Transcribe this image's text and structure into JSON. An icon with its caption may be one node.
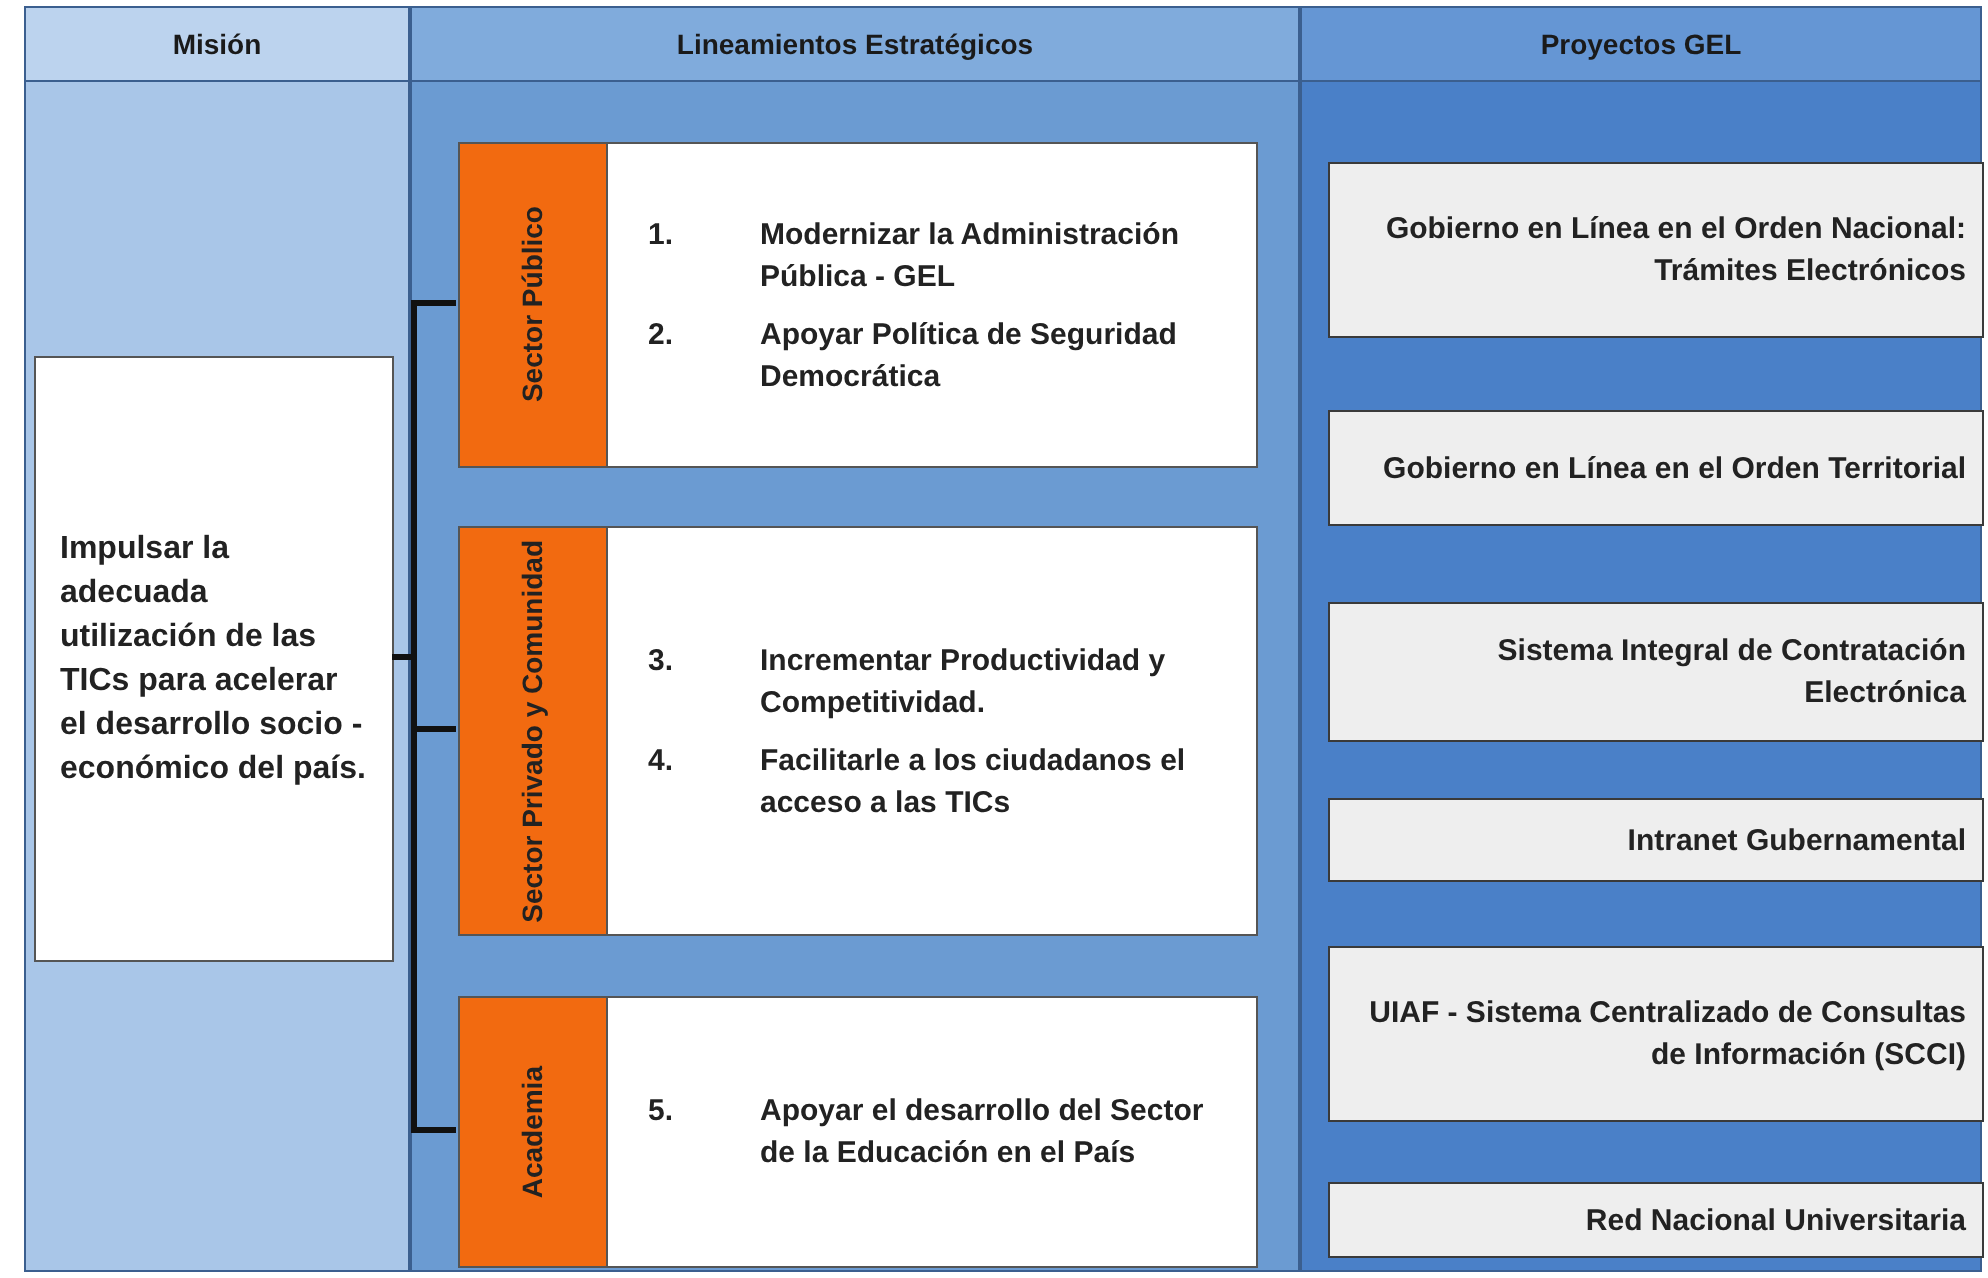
{
  "diagram": {
    "nodes": [
      {
        "text": [
          "Misión"
        ]
      },
      {
        "text": [
          "Lineamientos Estratégicos"
        ]
      },
      {
        "text": [
          "Proyectos GEL"
        ]
      },
      {
        "text": [
          "Impulsar la adecuada utilización de las TICs para acelerar el desarrollo socio - económico del país."
        ],
        "in": 0
      },
      {
        "text": [
          "Sector Público",
          "1.",
          "Modernizar la Administración Pública - GEL",
          "2.",
          "Apoyar Política de Seguridad Democrática"
        ],
        "in": 1
      },
      {
        "text": [
          "Sector Privado y Comunidad",
          "3.",
          "Incrementar Productividad y Competitividad.",
          "4.",
          "Facilitarle a los ciudadanos el acceso a las TICs"
        ],
        "in": 1
      },
      {
        "text": [
          "Academia",
          "5.",
          "Apoyar el desarrollo del Sector de la Educación en el País"
        ],
        "in": 1
      },
      {
        "text": [
          "Gobierno en Línea en el Orden Nacional: Trámites Electrónicos"
        ],
        "in": 2
      },
      {
        "text": [
          "Gobierno en Línea en el Orden Territorial"
        ],
        "in": 2
      },
      {
        "text": [
          "Sistema Integral de Contratación Electrónica"
        ],
        "in": 2
      },
      {
        "text": [
          "Intranet Gubernamental"
        ],
        "in": 2
      },
      {
        "text": [
          "UIAF - Sistema Centralizado de Consultas de Información (SCCI)"
        ],
        "in": 2
      },
      {
        "text": [
          "Red Nacional Universitaria"
        ],
        "in": 2
      }
    ],
    "edges": [
      {
        "from": 3,
        "to": 4,
        "arrow": "none"
      },
      {
        "from": 3,
        "to": 5,
        "arrow": "none"
      },
      {
        "from": 3,
        "to": 6,
        "arrow": "none"
      }
    ]
  }
}
